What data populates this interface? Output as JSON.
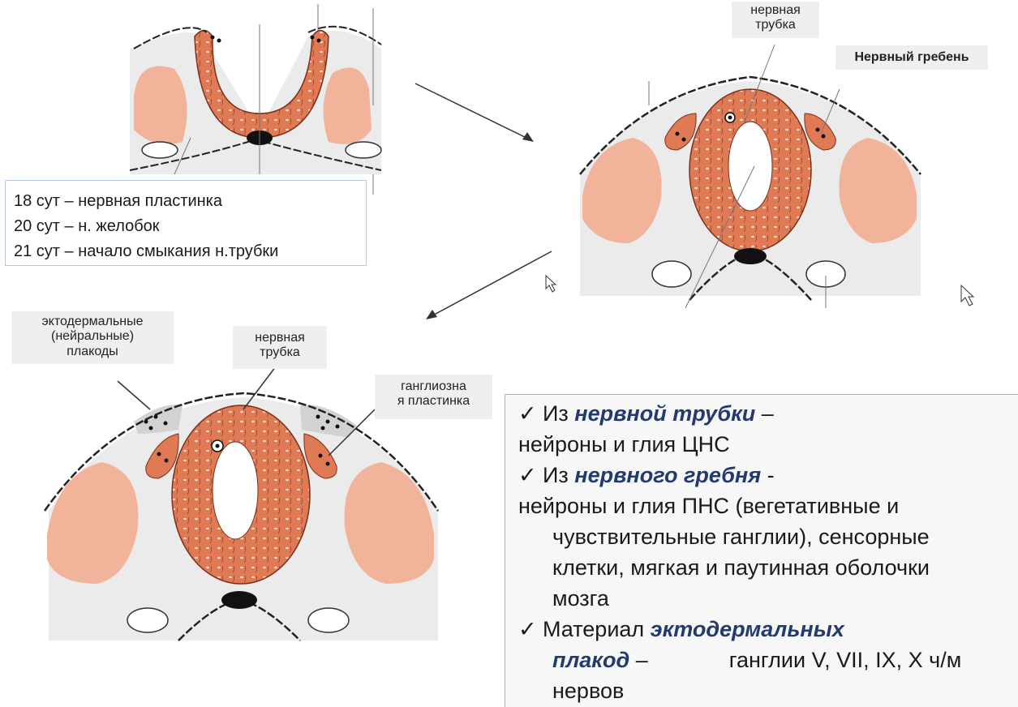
{
  "labels": {
    "neural_tube_top": [
      "нервная",
      "трубка"
    ],
    "neural_crest": "Нервный гребень",
    "placodes": [
      "эктодермальные",
      "(нейральные)",
      "плакоды"
    ],
    "neural_tube_bottom": [
      "нервная",
      "трубка"
    ],
    "ganglion_plate": [
      "ганглиозна",
      "я пластинка"
    ]
  },
  "stages": [
    "18 сут – нервная пластинка",
    "20 сут – н. желобок",
    "21 сут – начало смыкания н.трубки"
  ],
  "facts": {
    "check": "✓",
    "f1_pre": "Из ",
    "f1_em": "нервной трубки",
    "f1_post": " –",
    "f1_text": "нейроны и глия ЦНС",
    "f2_pre": "Из ",
    "f2_em": "нервного гребня",
    "f2_post": " -",
    "f2_line1": "нейроны и глия ПНС (вегетативные и",
    "f2_line2": "чувствительные ганглии), сенсорные",
    "f2_line3": "клетки, мягкая и паутинная оболочки",
    "f2_line4": "мозга",
    "f3_pre": "Материал ",
    "f3_em1": "эктодермальных",
    "f3_em2": "плакод",
    "f3_post": " –",
    "f3_rest": "ганглии V, VII, IX, X ч/м",
    "f3_last": "нервов"
  },
  "colors": {
    "tube": "#e07a55",
    "ectoderm": "#d9d9d9",
    "mesoderm": "#f2b39b",
    "accent_text": "#223a6e"
  }
}
